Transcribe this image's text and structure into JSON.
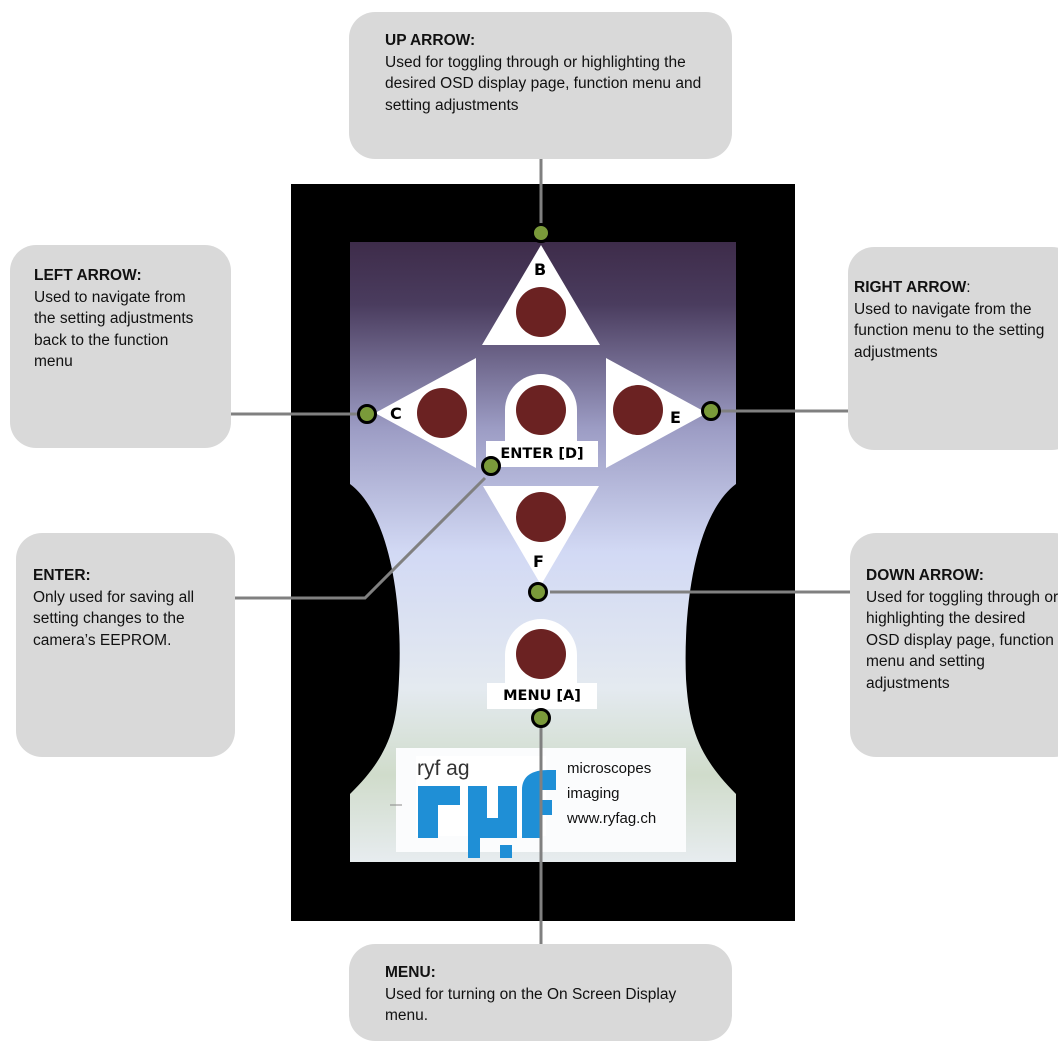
{
  "callouts": {
    "up": {
      "title": "UP ARROW",
      "desc": "Used for toggling through or highlighting the desired OSD display page, function menu and setting adjustments"
    },
    "left": {
      "title": "LEFT ARROW",
      "desc": "Used to navigate from the setting adjustments back to the function menu"
    },
    "right": {
      "title": "RIGHT ARROW",
      "desc": "Used to navigate from the function menu to the setting adjustments"
    },
    "enter": {
      "title": "ENTER",
      "desc": "Only used for saving all setting changes to the camera’s EEPROM."
    },
    "down": {
      "title": "DOWN ARROW",
      "desc": "Used for toggling through or highlighting the desired OSD display page, function menu and setting adjustments"
    },
    "menu": {
      "title": "MENU",
      "desc": "Used for turning on the On Screen Display menu."
    }
  },
  "buttons": {
    "up_label": "B",
    "left_label": "C",
    "right_label": "E",
    "down_label": "F",
    "enter_tag": "ENTER [D]",
    "menu_tag": "MENU [A]"
  },
  "logo": {
    "word": "ryf ag",
    "lines": [
      "microscopes",
      "imaging",
      "www.ryfag.ch"
    ]
  },
  "colors": {
    "callout_bg": "#d9d9d9",
    "button_red": "#6b2222",
    "marker_green": "#7a9a3a",
    "logo_blue": "#1f8fd6",
    "panel_top": "#3c2b48"
  }
}
